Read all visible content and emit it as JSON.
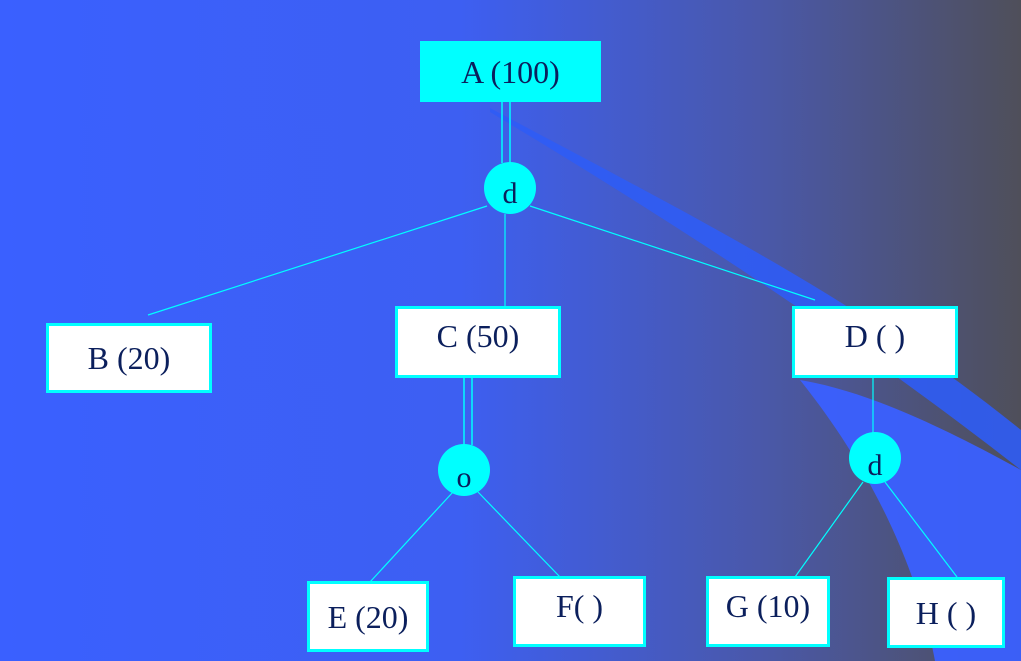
{
  "nodes": {
    "a": "A (100)",
    "b": "B (20)",
    "c": "C (50)",
    "d": "D ( )",
    "e": "E (20)",
    "f": "F( )",
    "g": "G (10)",
    "h": "H ( )"
  },
  "constraints": {
    "a": "d",
    "c": "o",
    "d": "d"
  },
  "colors": {
    "accent": "#00ffff",
    "text": "#0b1f5c",
    "box_fill": "#ffffff"
  }
}
